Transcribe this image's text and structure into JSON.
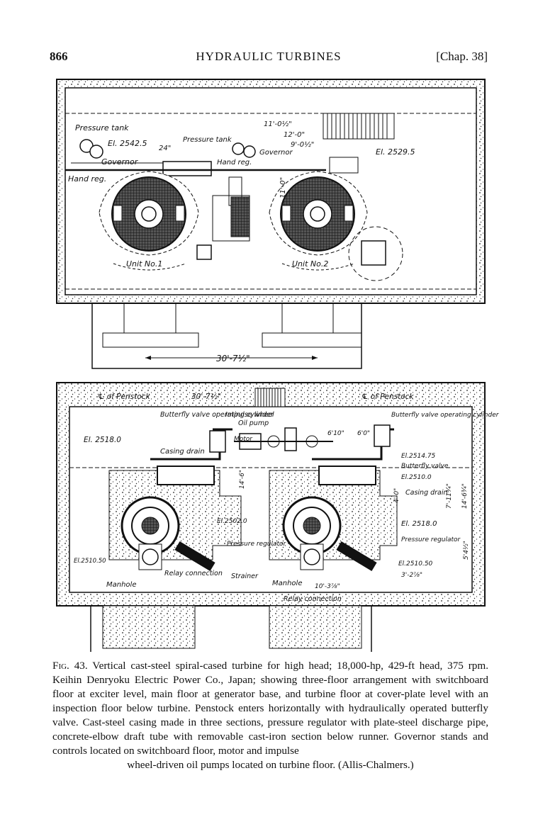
{
  "header": {
    "page_number": "866",
    "title": "HYDRAULIC TURBINES",
    "chapter": "[Chap. 38]"
  },
  "plan_labels": {
    "pressure_tank": "Pressure tank",
    "el_left": "El. 2542.5",
    "governor_left": "Governor",
    "hand_reg_left": "Hand reg.",
    "dim_24": "24\"",
    "pressure_tank_2": "Pressure tank",
    "hand_reg_2": "Hand reg.",
    "governor_2": "Governor",
    "dim_11_0_5": "11'-0½\"",
    "dim_12_0": "12'-0\"",
    "dim_9_0_5": "9'-0½\"",
    "dim_11_0_vert": "11'-0\"",
    "el_right": "El. 2529.5",
    "unit1": "Unit No.1",
    "unit2": "Unit No.2",
    "dim_30_7_5": "30'-7½\""
  },
  "section_labels": {
    "cl_penstock_left": "℄ of Penstock",
    "dim_30_7_5": "30'-7½\"",
    "cl_penstock_right": "℄ of Penstock",
    "butterfly_cyl_left": "Butterfly valve operating cylinder",
    "impulse_wheel": "Impulse wheel",
    "oil_pump": "Oil pump",
    "butterfly_cyl_right": "Butterfly valve operating cylinder",
    "el_2518_0_left": "El. 2518.0",
    "motor": "Motor",
    "dim_6_10": "6'10\"",
    "dim_6_0": "6'0\"",
    "casing_drain_left": "Casing drain",
    "el_2514_75": "El.2514.75",
    "butterfly_valve": "Butterfly valve",
    "el_2510_0": "El.2510.0",
    "dim_14_6": "14'-6\"",
    "dim_4_0": "4'-0\"",
    "casing_drain_right": "Casing drain",
    "dim_7_11": "7'-11¾\"",
    "dim_14_6_right": "14'-6¾\"",
    "el_2502_0": "El.2502.0",
    "el_2518_0_right": "El. 2518.0",
    "pressure_regulator_left": "Pressure regulator",
    "pressure_regulator_right": "Pressure regulator",
    "dim_5_4": "5'4½\"",
    "el_2510_50_left": "El.2510.50",
    "el_2510_50_right": "El.2510.50",
    "dim_3_2": "3'-2⅞\"",
    "relay_connection_left": "Relay connection",
    "strainer": "Strainer",
    "manhole_left": "Manhole",
    "manhole_right": "Manhole",
    "dim_10_3": "10'-3⅞\"",
    "relay_connection_right": "Relay connection"
  },
  "caption": {
    "fig_label": "Fig. 43.",
    "text": "Vertical cast-steel spiral-cased turbine for high head; 18,000-hp, 429-ft head, 375 rpm. Keihin Denryoku Electric Power Co., Japan; showing three-floor arrangement with switchboard floor at exciter level, main floor at generator base, and turbine floor at cover-plate level with an inspection floor below turbine. Penstock enters horizontally with hydraulically operated butterfly valve. Cast-steel casing made in three sections, pressure regulator with plate-steel discharge pipe, concrete-elbow draft tube with removable cast-iron section below runner. Governor stands and controls located on switchboard floor, motor and impulse",
    "last_line": "wheel-driven oil pumps located on turbine floor. (Allis-Chalmers.)"
  }
}
